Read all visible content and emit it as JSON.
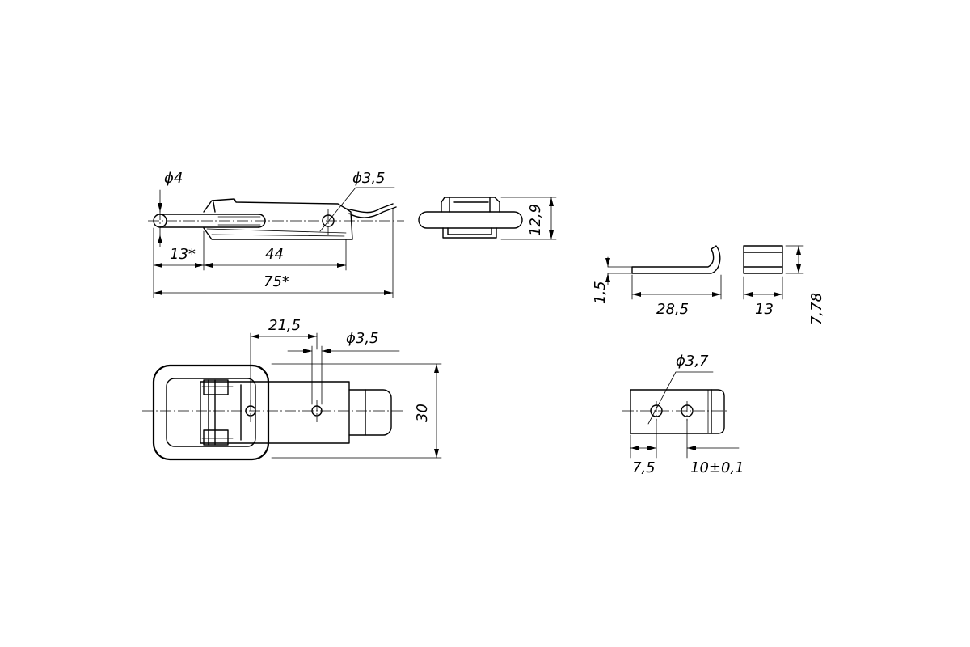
{
  "dimensions": {
    "side_view": {
      "pin_diameter": "ϕ4",
      "hole_diameter": "ϕ3,5",
      "pin_offset": "13*",
      "hole_spacing": "44",
      "total_length": "75*"
    },
    "end_view": {
      "height": "12,9"
    },
    "top_view": {
      "hole_offset": "21,5",
      "hole_diameter": "ϕ3,5",
      "width": "30"
    },
    "hook_side": {
      "thickness": "1,5",
      "length": "28,5"
    },
    "hook_end": {
      "width": "13",
      "height": "7,78"
    },
    "hook_plate": {
      "hole_diameter": "ϕ3,7",
      "hole_offset": "7,5",
      "hole_spacing": "10±0,1"
    }
  }
}
